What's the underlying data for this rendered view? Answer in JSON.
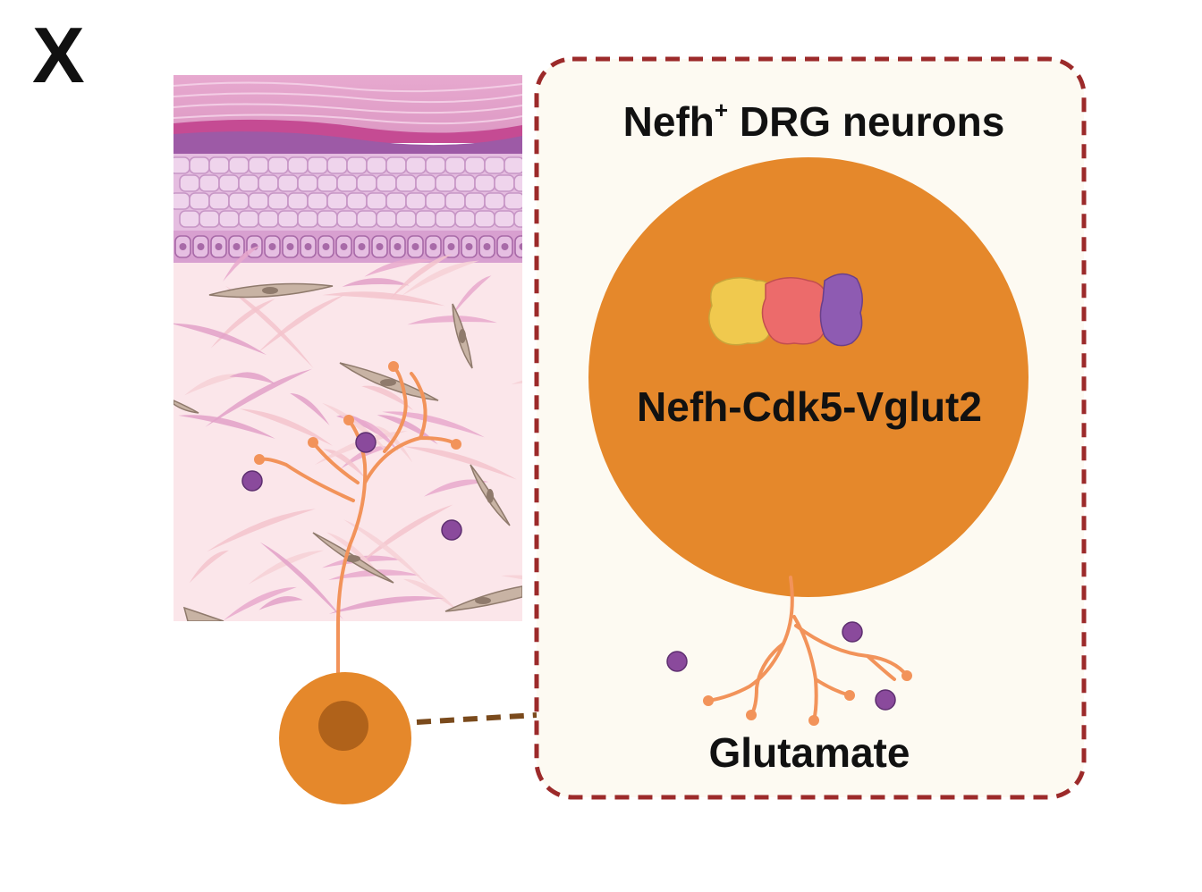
{
  "figure": {
    "panel_letter": "X",
    "callout": {
      "title_main": "Nefh",
      "title_superscript": "+",
      "title_rest": " DRG neurons",
      "protein_label": "Nefh-Cdk5-Vglut2",
      "release_label": "Glutamate"
    },
    "colors": {
      "neuron_orange": "#e5882b",
      "nucleus_brown": "#b0621a",
      "axon_orange": "#f2935a",
      "glutamate_purple": "#8a4a9c",
      "callout_border": "#9c2a2a",
      "callout_fill": "#fdfaf2",
      "connector_brown": "#7a4a1c",
      "protein_yellow": "#f0c94e",
      "protein_red": "#ec6b6b",
      "protein_purple": "#8e5bb2"
    },
    "icons": [
      "skin-tissue-illustration",
      "neuron-icon",
      "glutamate-vesicle-icon",
      "protein-complex-icon"
    ]
  }
}
